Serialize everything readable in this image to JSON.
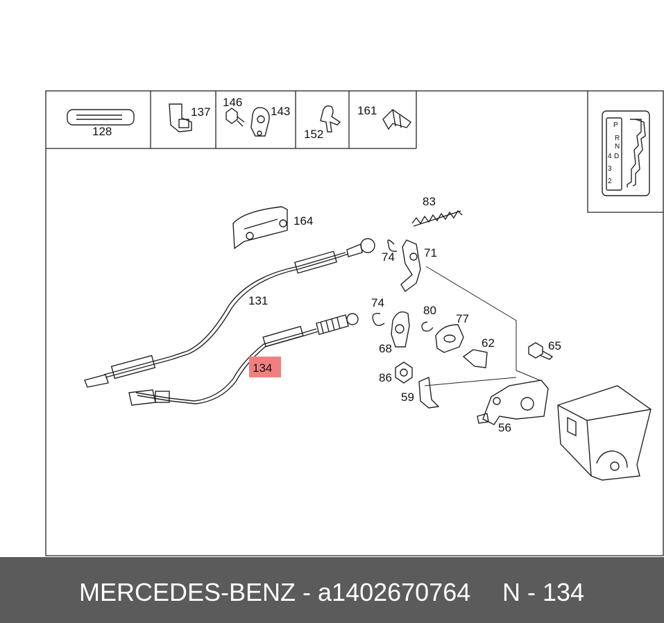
{
  "footer": {
    "brand_and_number": "MERCEDES-BENZ - a1402670764",
    "position_label": "N - 134"
  },
  "highlight": {
    "label": "134",
    "color": "#f08080"
  },
  "callouts": {
    "c128": "128",
    "c137": "137",
    "c146": "146",
    "c143": "143",
    "c152": "152",
    "c161": "161",
    "c164": "164",
    "c83": "83",
    "c74a": "74",
    "c71": "71",
    "c131": "131",
    "c74b": "74",
    "c80": "80",
    "c77": "77",
    "c68": "68",
    "c62": "62",
    "c65": "65",
    "c86": "86",
    "c59": "59",
    "c56": "56"
  },
  "gear_plate": {
    "positions": [
      "P",
      "R",
      "N",
      "D",
      "4",
      "3",
      "2"
    ]
  }
}
